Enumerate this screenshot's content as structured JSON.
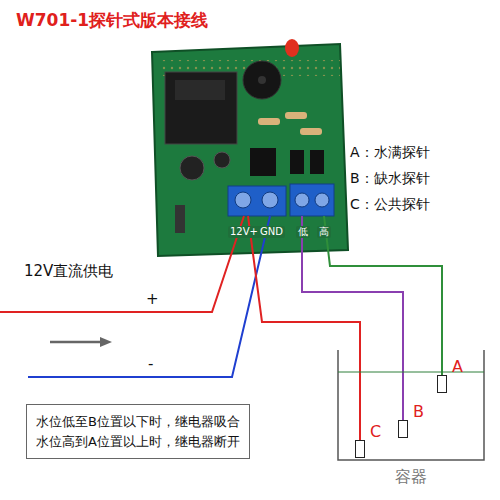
{
  "diagram": {
    "title": "W701-1探针式版本接线",
    "nodes": [
      {
        "text": [
          "容器"
        ]
      },
      {
        "text": [
          "A"
        ],
        "in": 0
      },
      {
        "text": [
          "B"
        ],
        "in": 0
      },
      {
        "text": [
          "C"
        ],
        "in": 0
      },
      {
        "text": [
          "水位低至B位置以下时，继电器吸合",
          "水位高到A位置以上时，继电器断开"
        ]
      }
    ],
    "labels": [
      "A：水满探针",
      "B：缺水探针",
      "C：公共探针",
      "12V直流供电",
      "+",
      "-",
      "12V+",
      "GND",
      "低",
      "高"
    ]
  }
}
